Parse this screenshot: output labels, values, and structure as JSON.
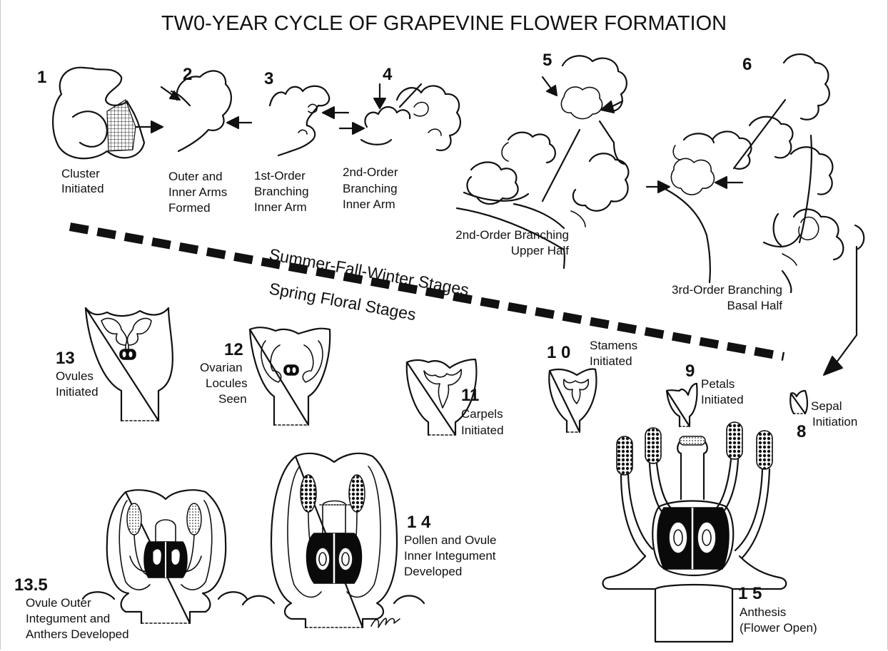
{
  "title": "TW0-YEAR CYCLE OF GRAPEVINE FLOWER FORMATION",
  "dividers": {
    "upper": "Summer-Fall-Winter Stages",
    "lower": "Spring Floral Stages"
  },
  "stages": [
    {
      "number": "1",
      "label": [
        "Cluster",
        "Initiated"
      ]
    },
    {
      "number": "2",
      "label": [
        "Outer and",
        "Inner Arms",
        "Formed"
      ]
    },
    {
      "number": "3",
      "label": [
        "1st-Order",
        "Branching",
        "Inner Arm"
      ]
    },
    {
      "number": "4",
      "label": [
        "2nd-Order",
        "Branching",
        "Inner Arm"
      ]
    },
    {
      "number": "5",
      "label": [
        "2nd-Order Branching",
        "Upper Half"
      ]
    },
    {
      "number": "6",
      "label": [
        "3rd-Order Branching",
        "Basal Half"
      ]
    },
    {
      "number": "8",
      "label": [
        "Sepal",
        "Initiation"
      ]
    },
    {
      "number": "9",
      "label": [
        "Petals",
        "Initiated"
      ]
    },
    {
      "number": "1 0",
      "label": [
        "Stamens",
        "Initiated"
      ]
    },
    {
      "number": "11",
      "label": [
        "Carpels",
        "Initiated"
      ]
    },
    {
      "number": "12",
      "label": [
        "Ovarian",
        "Locules",
        "Seen"
      ]
    },
    {
      "number": "13",
      "label": [
        "Ovules",
        "Initiated"
      ]
    },
    {
      "number": "13.5",
      "label": [
        "Ovule Outer",
        "Integument and",
        "Anthers Developed"
      ]
    },
    {
      "number": "1 4",
      "label": [
        "Pollen and Ovule",
        "Inner Integument",
        "Developed"
      ]
    },
    {
      "number": "1 5",
      "label": [
        "Anthesis",
        "(Flower Open)"
      ]
    }
  ],
  "icons": [
    "arrow-icon",
    "inflorescence-sketch",
    "flower-bud-sketch",
    "flower-section-sketch",
    "signature-mark"
  ]
}
